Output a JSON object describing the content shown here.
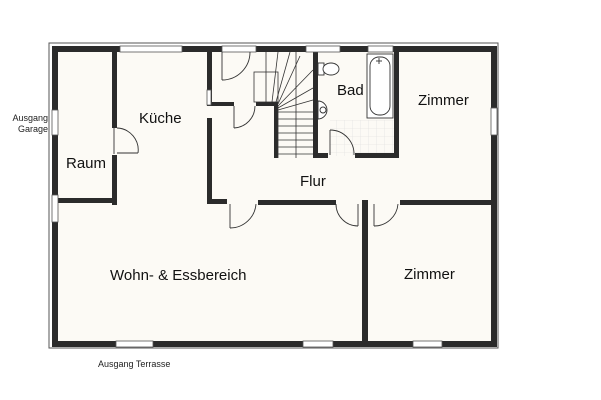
{
  "plan": {
    "colors": {
      "wall": "#2b2b2b",
      "floor": "#fcfaf5",
      "tile_grid": "#dcdcdc",
      "fixture_line": "#333333"
    },
    "rooms": [
      {
        "id": "raum",
        "label": "Raum"
      },
      {
        "id": "kueche",
        "label": "Küche"
      },
      {
        "id": "bad",
        "label": "Bad"
      },
      {
        "id": "zimmer_top",
        "label": "Zimmer"
      },
      {
        "id": "flur",
        "label": "Flur"
      },
      {
        "id": "wohn",
        "label": "Wohn- & Essbereich"
      },
      {
        "id": "zimmer_bottom",
        "label": "Zimmer"
      }
    ],
    "annotations": {
      "garage_exit_line1": "Ausgang",
      "garage_exit_line2": "Garage",
      "terrace_exit": "Ausgang Terrasse"
    },
    "fixtures": [
      "staircase",
      "toilet",
      "sink",
      "bathtub"
    ]
  }
}
